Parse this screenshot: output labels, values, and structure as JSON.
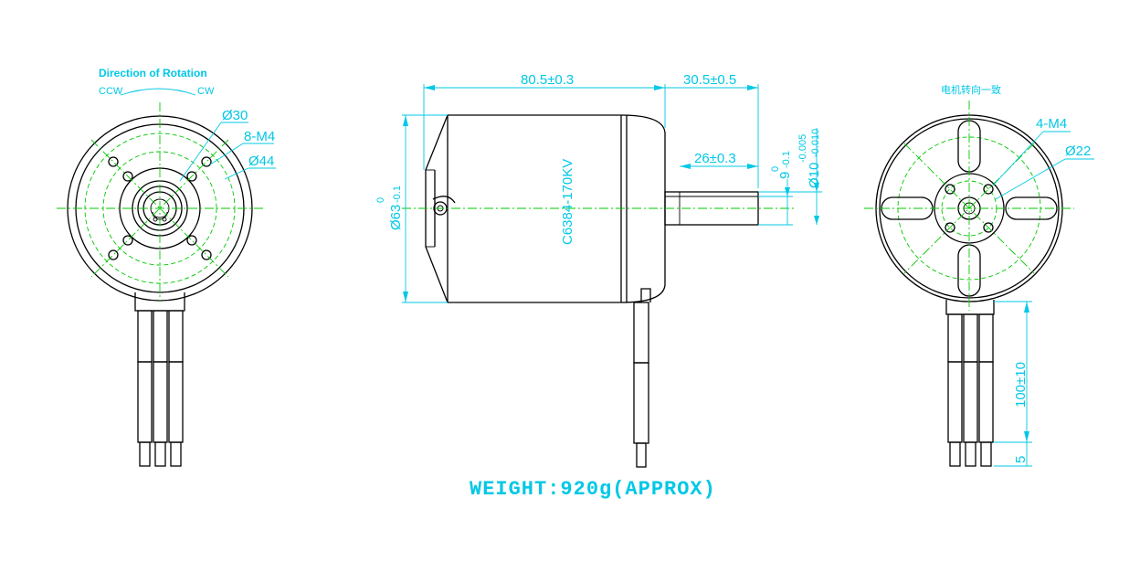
{
  "front_view": {
    "direction_label": "Direction of Rotation",
    "ccw_label": "CCW",
    "cw_label": "CW",
    "dim_inner_circle": "Ø30",
    "dim_holes": "8-M4",
    "dim_outer_circle": "Ø44"
  },
  "side_view": {
    "dim_body_length": "80.5±0.3",
    "dim_shaft_length": "30.5±0.5",
    "dim_shaft_exposed": "26±0.3",
    "dim_flat_main": "9",
    "dim_flat_upper": "0",
    "dim_flat_lower": "-0.1",
    "dim_shaft_dia": "Ø10",
    "dim_shaft_upper": "-0.005",
    "dim_shaft_lower": "-0.010",
    "dim_body_dia": "Ø63",
    "dim_body_upper": "0",
    "dim_body_lower": "-0.1",
    "model_label": "C6384-170KV"
  },
  "rear_view": {
    "rotation_note": "电机转向一致",
    "dim_holes": "4-M4",
    "dim_circle": "Ø22",
    "dim_lead_length": "100±10",
    "dim_lead_end": "5"
  },
  "weight_label": "WEIGHT:920g(APPROX)"
}
